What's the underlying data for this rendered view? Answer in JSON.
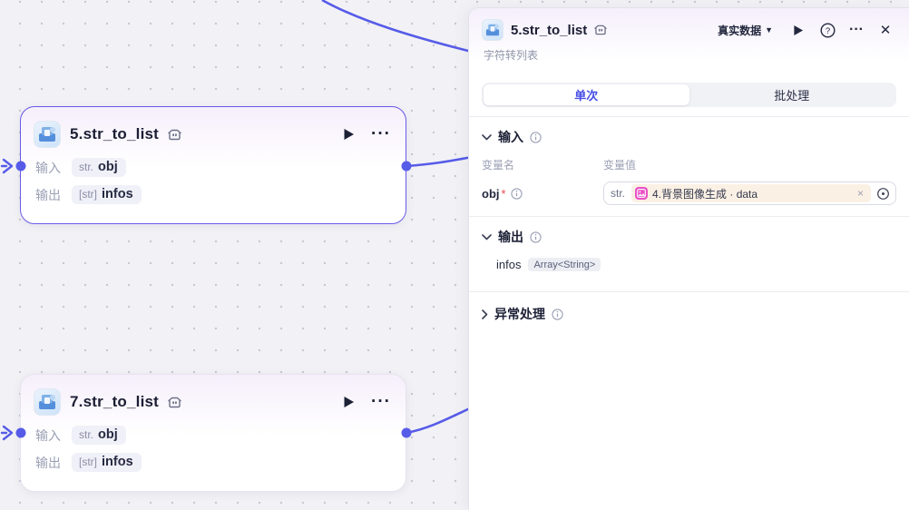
{
  "colors": {
    "accent": "#4d53e8",
    "edge": "#575ce8",
    "selected_border": "#6a5ae8",
    "ref_chip_bg": "#fbf0e4",
    "ref_icon_pink": "#e94fc6",
    "canvas_bg": "#f2f2f6"
  },
  "canvas": {
    "nodes": [
      {
        "title": "5.str_to_list",
        "selected": true,
        "rows": [
          {
            "label": "输入",
            "type": "str.",
            "name": "obj"
          },
          {
            "label": "输出",
            "type": "[str]",
            "name": "infos"
          }
        ]
      },
      {
        "title": "7.str_to_list",
        "selected": false,
        "rows": [
          {
            "label": "输入",
            "type": "str.",
            "name": "obj"
          },
          {
            "label": "输出",
            "type": "[str]",
            "name": "infos"
          }
        ]
      }
    ]
  },
  "panel": {
    "title": "5.str_to_list",
    "subtitle": "字符转列表",
    "data_mode_label": "真实数据",
    "close_label": "✕",
    "more_label": "···",
    "node_more_label": "···",
    "tabs": [
      {
        "label": "单次",
        "active": true
      },
      {
        "label": "批处理",
        "active": false
      }
    ],
    "input": {
      "header": "输入",
      "col_name": "变量名",
      "col_value": "变量值",
      "rows": [
        {
          "name": "obj",
          "required": "*",
          "type": "str.",
          "value": "4.背景图像生成 · data",
          "remove_label": "×"
        }
      ]
    },
    "output": {
      "header": "输出",
      "rows": [
        {
          "name": "infos",
          "type": "Array<String>"
        }
      ]
    },
    "exception": {
      "header": "异常处理"
    }
  }
}
